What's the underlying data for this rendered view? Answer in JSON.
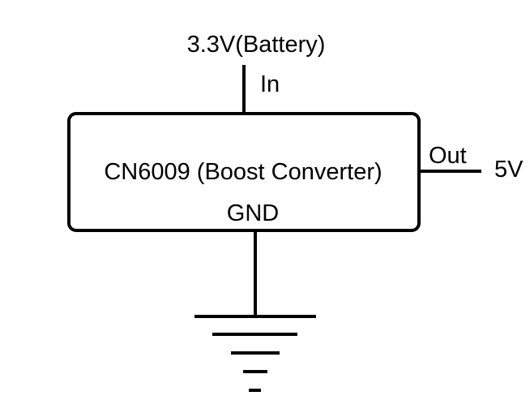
{
  "diagram": {
    "block": {
      "label": "CN6009 (Boost Converter)"
    },
    "input": {
      "source_label": "3.3V(Battery)",
      "pin_label": "In"
    },
    "output": {
      "pin_label": "Out",
      "value_label": "5V"
    },
    "ground": {
      "pin_label": "GND"
    },
    "colors": {
      "stroke": "#000000",
      "background": "#ffffff"
    }
  }
}
